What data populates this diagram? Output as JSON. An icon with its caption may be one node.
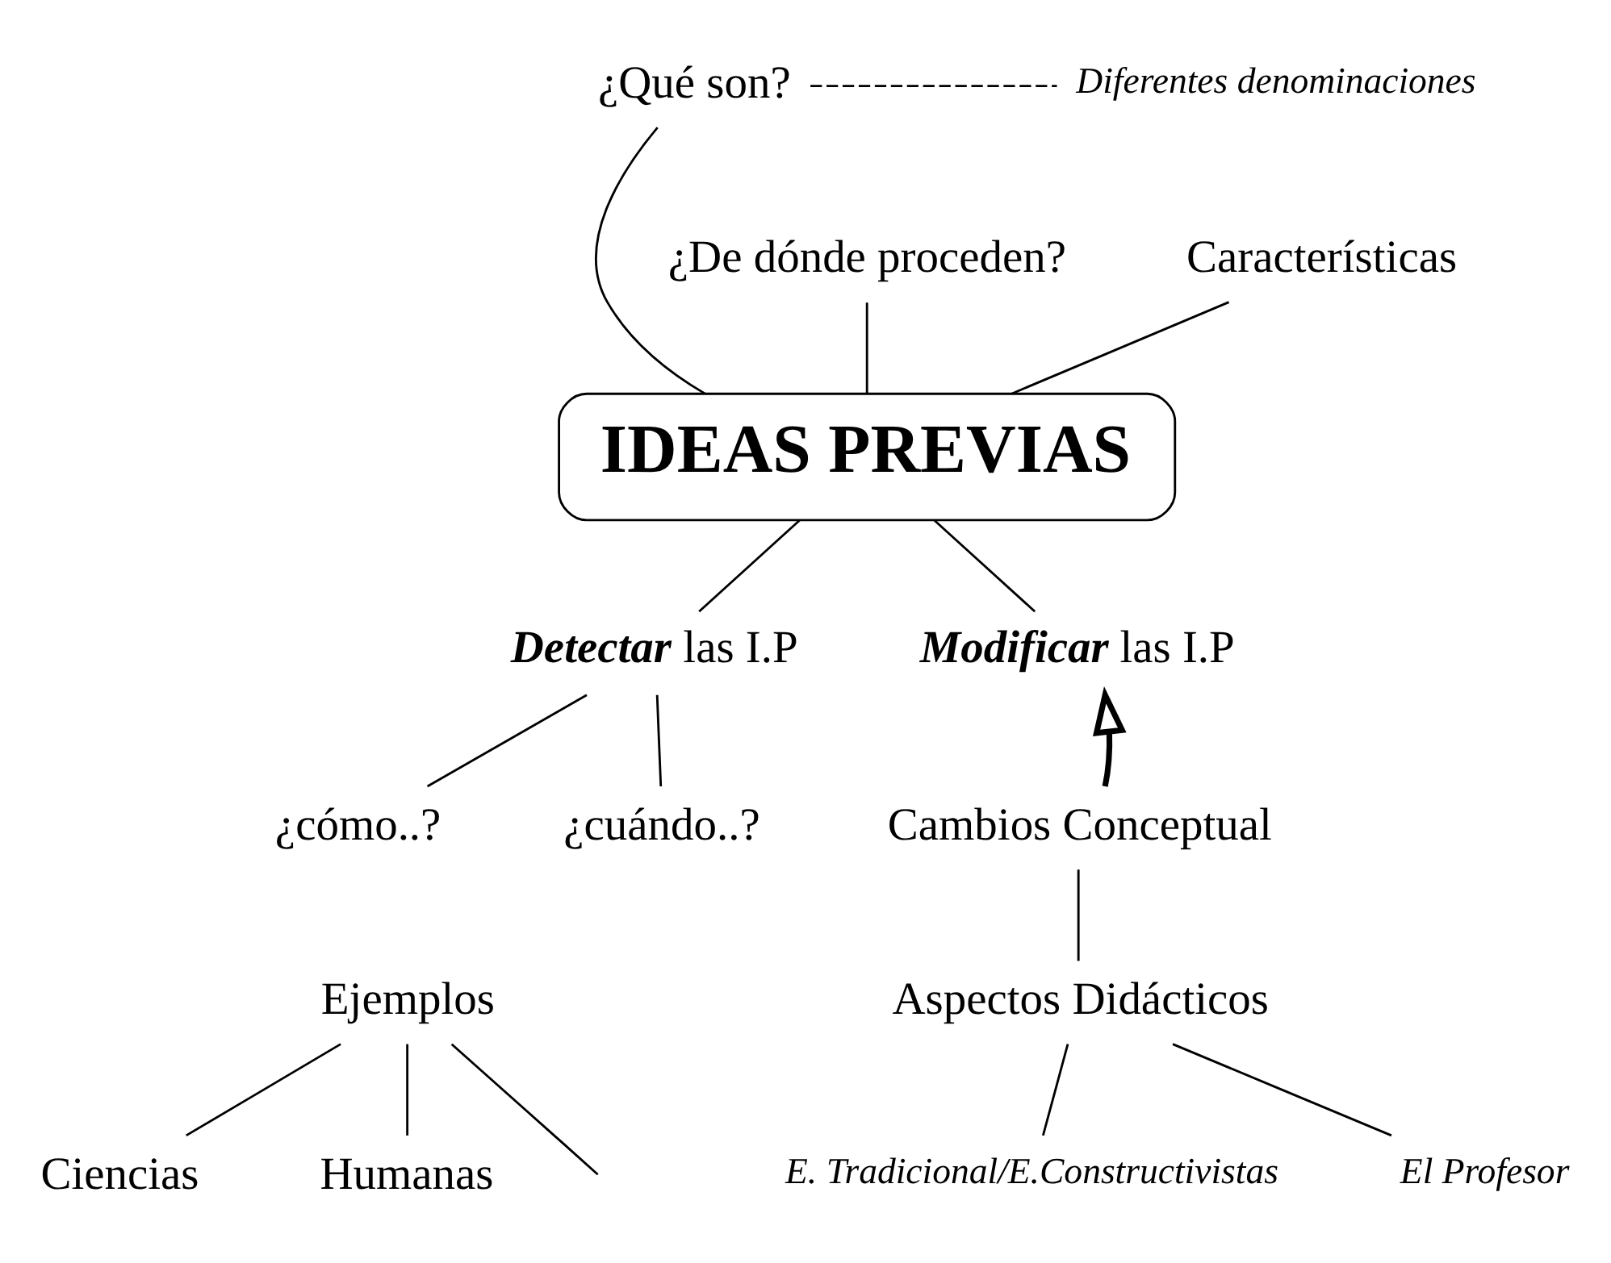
{
  "diagram": {
    "nodes": [
      {
        "text": [
          "IDEAS PREVIAS"
        ]
      },
      {
        "text": [
          "¿Qué son?"
        ]
      },
      {
        "text": [
          "Diferentes denominaciones"
        ]
      },
      {
        "text": [
          "¿De dónde proceden?"
        ]
      },
      {
        "text": [
          "Características"
        ]
      },
      {
        "text": [
          "**Detectar** las I.P"
        ]
      },
      {
        "text": [
          "¿cómo..?"
        ]
      },
      {
        "text": [
          "¿cuándo..?"
        ]
      },
      {
        "text": [
          "Ejemplos"
        ]
      },
      {
        "text": [
          "Ciencias"
        ]
      },
      {
        "text": [
          "Humanas"
        ]
      },
      {
        "text": [
          "**Modificar** las I.P"
        ]
      },
      {
        "text": [
          "Cambios Conceptual"
        ]
      },
      {
        "text": [
          "Aspectos Didácticos"
        ]
      },
      {
        "text": [
          "E. Tradicional/E.Constructivistas"
        ]
      },
      {
        "text": [
          "El Profesor"
        ]
      }
    ],
    "edges": [
      {
        "from": 1,
        "to": 0,
        "arrow": "none"
      },
      {
        "from": 1,
        "to": 2,
        "arrow": "none",
        "style": "dashed"
      },
      {
        "from": 3,
        "to": 0,
        "arrow": "none"
      },
      {
        "from": 4,
        "to": 0,
        "arrow": "none"
      },
      {
        "from": 0,
        "to": 5,
        "arrow": "none"
      },
      {
        "from": 0,
        "to": 11,
        "arrow": "none"
      },
      {
        "from": 5,
        "to": 6,
        "arrow": "none"
      },
      {
        "from": 5,
        "to": 7,
        "arrow": "none"
      },
      {
        "from": 8,
        "to": 9,
        "arrow": "none"
      },
      {
        "from": 8,
        "to": 10,
        "arrow": "none"
      },
      {
        "from": 8,
        "to": null,
        "arrow": "none"
      },
      {
        "from": 12,
        "to": 11,
        "arrow": "to",
        "style": "thick"
      },
      {
        "from": 12,
        "to": 13,
        "arrow": "none"
      },
      {
        "from": 13,
        "to": 14,
        "arrow": "none"
      },
      {
        "from": 13,
        "to": 15,
        "arrow": "none"
      }
    ]
  }
}
